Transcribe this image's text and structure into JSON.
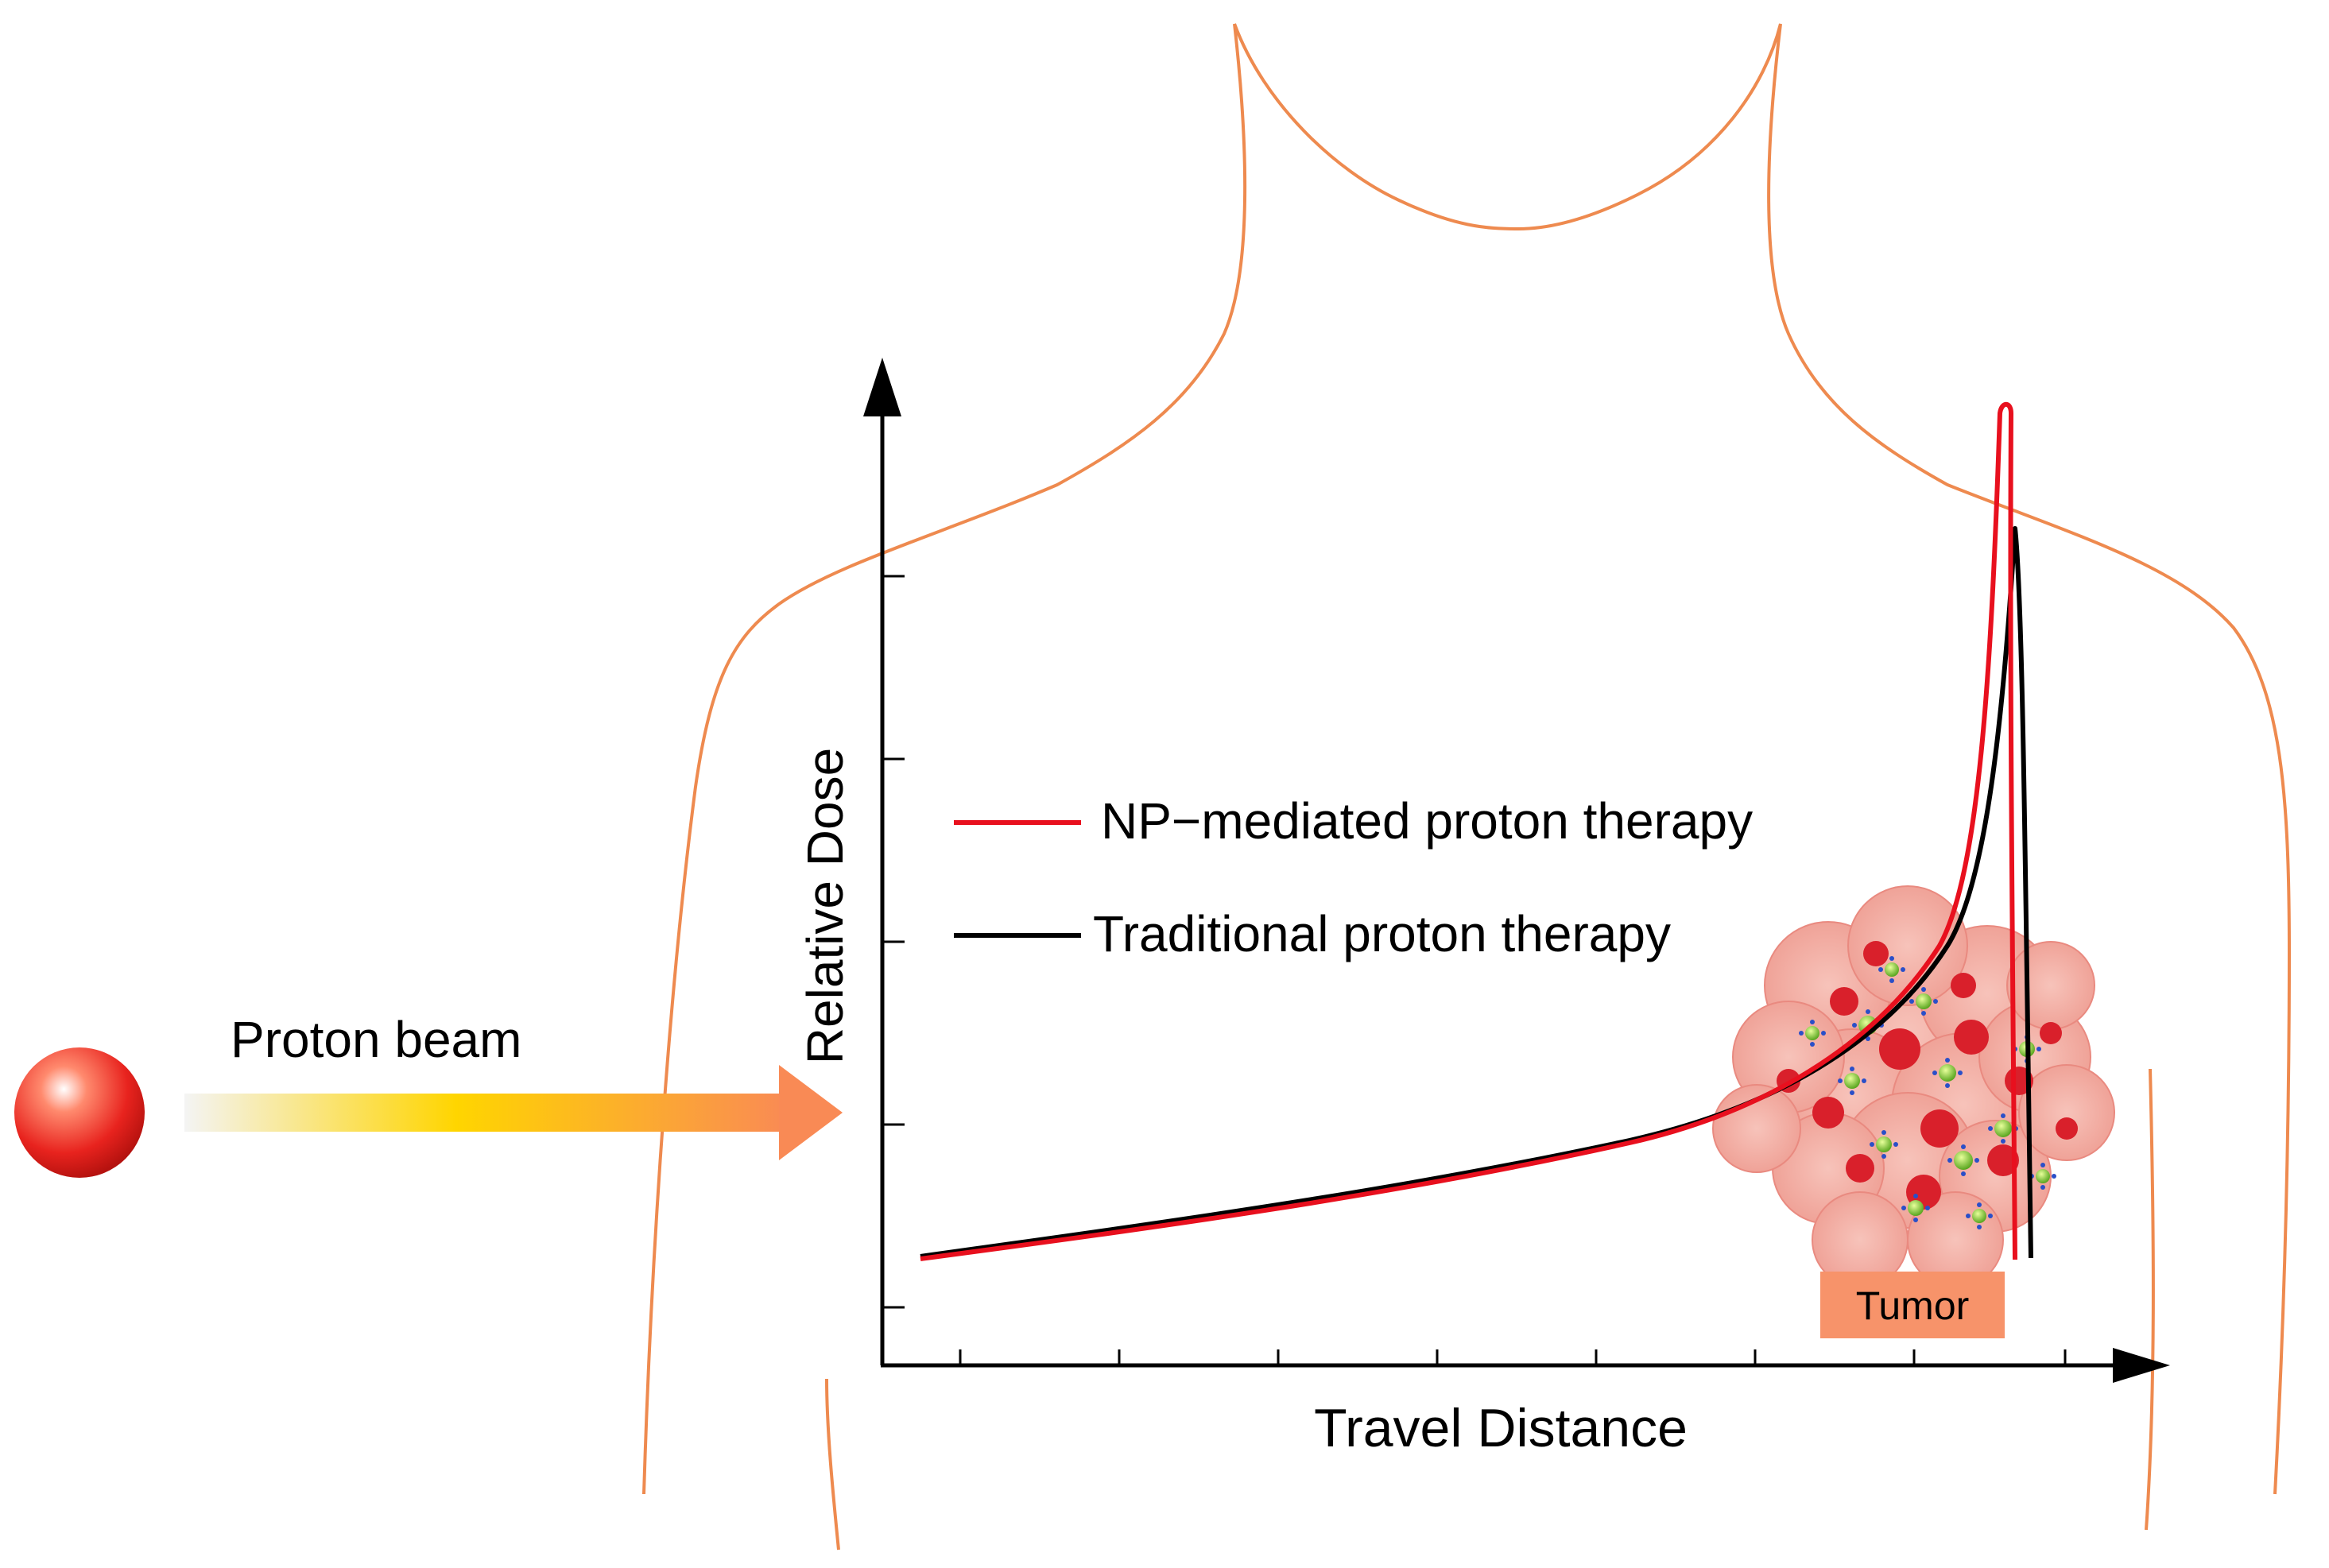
{
  "colors": {
    "body_outline": "#EE8A4F",
    "np_curve": "#E8101E",
    "traditional_curve": "#000000",
    "axis": "#000000",
    "tumor_label_bg": "#F7936A",
    "beam_start": "#F4F4F4",
    "beam_mid": "#FFD500",
    "beam_end": "#F98A55",
    "proton_sphere": "#E8231E"
  },
  "labels": {
    "proton_beam": "Proton beam",
    "y_axis": "Relative Dose",
    "x_axis": "Travel Distance",
    "tumor": "Tumor"
  },
  "legend": [
    {
      "name": "NP−mediated proton therapy",
      "color": "#E8101E"
    },
    {
      "name": "Traditional proton therapy",
      "color": "#000000"
    }
  ],
  "icons": {
    "proton": "red-sphere",
    "beam": "gradient-arrow",
    "tumor": "cell-cluster-with-nanoparticles",
    "body": "torso-outline"
  }
}
